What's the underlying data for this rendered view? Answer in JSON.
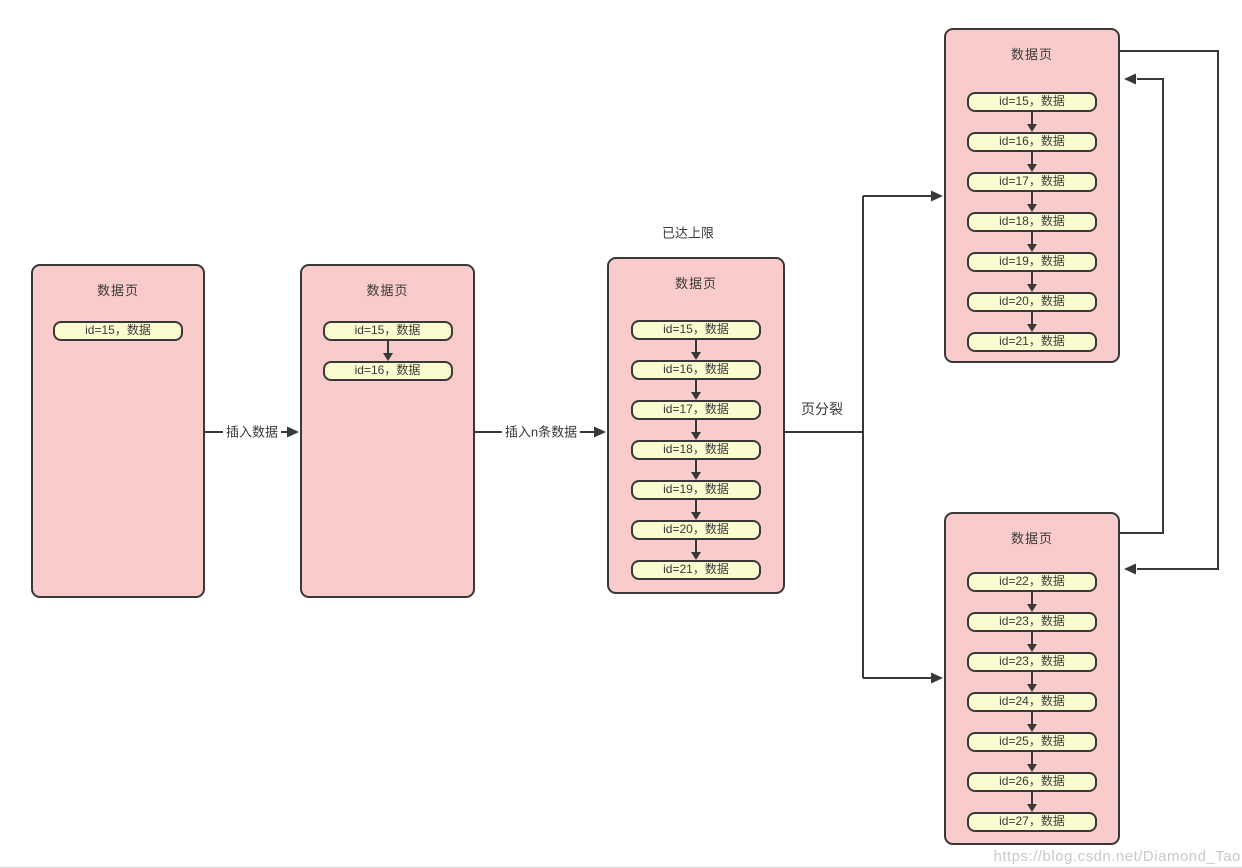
{
  "diagram": {
    "labels": {
      "insert_one": "插入数据",
      "insert_n": "插入n条数据",
      "page_split": "页分裂",
      "limit_reached": "已达上限"
    },
    "pages": [
      {
        "title": "数据页",
        "records": [
          "id=15，数据"
        ]
      },
      {
        "title": "数据页",
        "records": [
          "id=15，数据",
          "id=16，数据"
        ]
      },
      {
        "title": "数据页",
        "records": [
          "id=15，数据",
          "id=16，数据",
          "id=17，数据",
          "id=18，数据",
          "id=19，数据",
          "id=20，数据",
          "id=21，数据"
        ]
      },
      {
        "title": "数据页",
        "records": [
          "id=15，数据",
          "id=16，数据",
          "id=17，数据",
          "id=18，数据",
          "id=19，数据",
          "id=20，数据",
          "id=21，数据"
        ]
      },
      {
        "title": "数据页",
        "records": [
          "id=22，数据",
          "id=23，数据",
          "id=23，数据",
          "id=24，数据",
          "id=25，数据",
          "id=26，数据",
          "id=27，数据"
        ]
      }
    ],
    "watermark": "https://blog.csdn.net/Diamond_Tao",
    "colors": {
      "page_fill": "#f9cbca",
      "record_fill": "#fbfbd0",
      "stroke": "#383838",
      "watermark": "#c9c9c9"
    }
  }
}
